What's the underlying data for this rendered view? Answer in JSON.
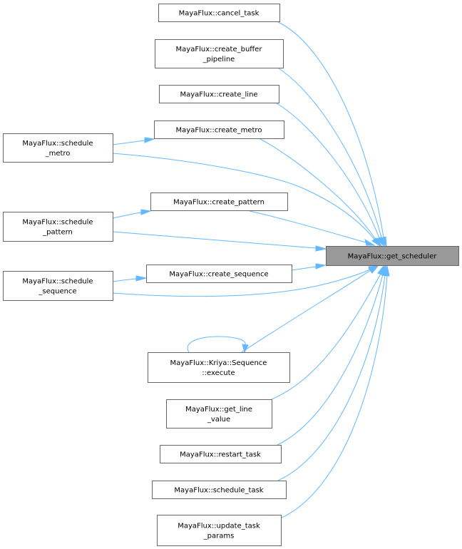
{
  "diagram": {
    "type": "call-graph",
    "edge_color": "#63b8ff",
    "node_border_color": "#666666",
    "target_fill_color": "#999999",
    "target": {
      "id": "get_scheduler",
      "label": "MayaFlux::get_scheduler"
    },
    "nodes": [
      {
        "id": "cancel_task",
        "lines": [
          "MayaFlux::cancel_task"
        ]
      },
      {
        "id": "create_buffer_pipeline",
        "lines": [
          "MayaFlux::create_buffer",
          "_pipeline"
        ]
      },
      {
        "id": "create_line",
        "lines": [
          "MayaFlux::create_line"
        ]
      },
      {
        "id": "create_metro",
        "lines": [
          "MayaFlux::create_metro"
        ]
      },
      {
        "id": "schedule_metro",
        "lines": [
          "MayaFlux::schedule",
          "_metro"
        ]
      },
      {
        "id": "create_pattern",
        "lines": [
          "MayaFlux::create_pattern"
        ]
      },
      {
        "id": "schedule_pattern",
        "lines": [
          "MayaFlux::schedule",
          "_pattern"
        ]
      },
      {
        "id": "create_sequence",
        "lines": [
          "MayaFlux::create_sequence"
        ]
      },
      {
        "id": "schedule_sequence",
        "lines": [
          "MayaFlux::schedule",
          "_sequence"
        ]
      },
      {
        "id": "kriya_sequence_execute",
        "lines": [
          "MayaFlux::Kriya::Sequence",
          "::execute"
        ]
      },
      {
        "id": "get_line_value",
        "lines": [
          "MayaFlux::get_line",
          "_value"
        ]
      },
      {
        "id": "restart_task",
        "lines": [
          "MayaFlux::restart_task"
        ]
      },
      {
        "id": "schedule_task",
        "lines": [
          "MayaFlux::schedule_task"
        ]
      },
      {
        "id": "update_task_params",
        "lines": [
          "MayaFlux::update_task",
          "_params"
        ]
      }
    ],
    "edges": [
      {
        "from": "cancel_task",
        "to": "get_scheduler"
      },
      {
        "from": "create_buffer_pipeline",
        "to": "get_scheduler"
      },
      {
        "from": "create_line",
        "to": "get_scheduler"
      },
      {
        "from": "create_metro",
        "to": "get_scheduler"
      },
      {
        "from": "schedule_metro",
        "to": "create_metro"
      },
      {
        "from": "schedule_metro",
        "to": "get_scheduler"
      },
      {
        "from": "create_pattern",
        "to": "get_scheduler"
      },
      {
        "from": "schedule_pattern",
        "to": "create_pattern"
      },
      {
        "from": "schedule_pattern",
        "to": "get_scheduler"
      },
      {
        "from": "create_sequence",
        "to": "get_scheduler"
      },
      {
        "from": "schedule_sequence",
        "to": "create_sequence"
      },
      {
        "from": "schedule_sequence",
        "to": "get_scheduler"
      },
      {
        "from": "kriya_sequence_execute",
        "to": "kriya_sequence_execute"
      },
      {
        "from": "kriya_sequence_execute",
        "to": "get_scheduler"
      },
      {
        "from": "get_line_value",
        "to": "get_scheduler"
      },
      {
        "from": "restart_task",
        "to": "get_scheduler"
      },
      {
        "from": "schedule_task",
        "to": "get_scheduler"
      },
      {
        "from": "update_task_params",
        "to": "get_scheduler"
      }
    ]
  }
}
